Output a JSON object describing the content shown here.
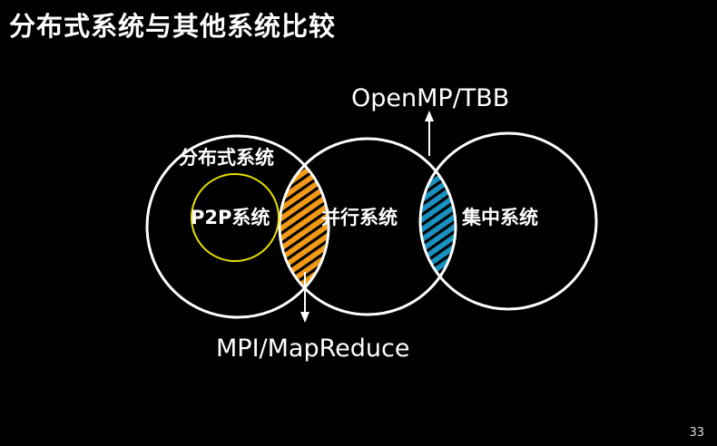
{
  "slide": {
    "title": "分布式系统与其他系统比较",
    "page_number": "33"
  },
  "diagram": {
    "circles": [
      {
        "id": "distributed",
        "label": "分布式系统"
      },
      {
        "id": "p2p",
        "label": "P2P系统"
      },
      {
        "id": "parallel",
        "label": "并行系统"
      },
      {
        "id": "centralized",
        "label": "集中系统"
      }
    ],
    "callouts": {
      "top": "OpenMP/TBB",
      "bottom": "MPI/MapReduce"
    },
    "colors": {
      "overlap_distributed_parallel": "#f29a17",
      "overlap_parallel_centralized": "#1a90c0",
      "p2p_outline": "#e8e000",
      "outline": "#ffffff"
    }
  }
}
